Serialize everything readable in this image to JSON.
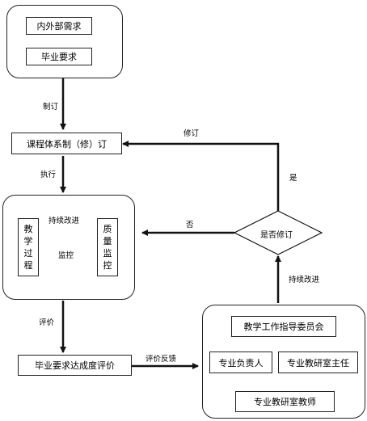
{
  "demands": {
    "internal_external": "内外部需求",
    "graduation": "毕业要求"
  },
  "edge_formulate": "制订",
  "curriculum": "课程体系制（修）订",
  "edge_execute": "执行",
  "teaching_process": [
    "教",
    "学",
    "过",
    "程"
  ],
  "quality_monitor": [
    "质",
    "量",
    "监",
    "控"
  ],
  "edge_continuous_top": "持续改进",
  "edge_monitor": "监控",
  "decision": "是否修订",
  "edge_revise": "修订",
  "edge_yes": "是",
  "edge_no": "否",
  "edge_evaluate": "评价",
  "evaluation": "毕业要求达成度评价",
  "edge_feedback": "评价反馈",
  "edge_continuous_right": "持续改进",
  "committee": {
    "guidance": "教学工作指导委员会",
    "major_lead": "专业负责人",
    "office_director": "专业教研室主任",
    "office_teacher": "专业教研室教师"
  }
}
